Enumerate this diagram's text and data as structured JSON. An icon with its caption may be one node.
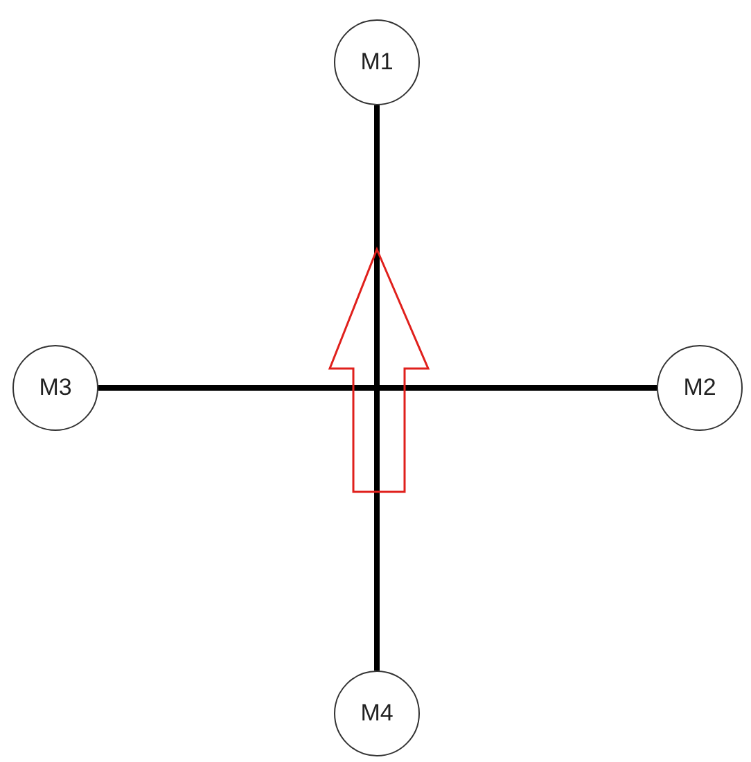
{
  "diagram": {
    "nodes": [
      {
        "text": [
          "M1"
        ]
      },
      {
        "text": [
          "M3"
        ]
      },
      {
        "text": [
          "M2"
        ]
      },
      {
        "text": [
          "M4"
        ]
      }
    ],
    "edges": [
      {
        "from": 0,
        "to": 3,
        "arrow": "none"
      },
      {
        "from": 1,
        "to": 2,
        "arrow": "none"
      }
    ]
  }
}
